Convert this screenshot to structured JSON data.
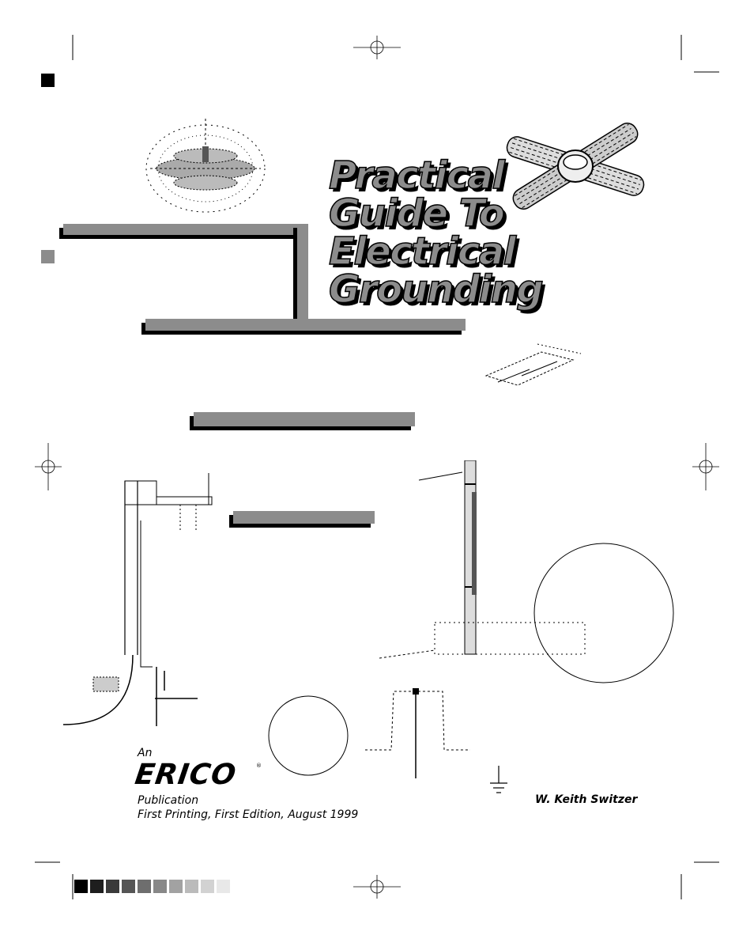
{
  "title": {
    "lines": [
      "Practical",
      "Guide To",
      "Electrical",
      "Grounding"
    ]
  },
  "publisher": {
    "prefix": "An",
    "logo_text": "ERICO",
    "logo_mark": "®",
    "label": "Publication",
    "edition": "First Printing, First Edition, August 1999"
  },
  "author": "W. Keith Switzer",
  "colors": {
    "title_fill": "#8c8c8c",
    "bar_fill": "#8c8c8c",
    "shadow": "#000000",
    "swatches": [
      "#000000",
      "#1e1e1e",
      "#3a3a3a",
      "#555555",
      "#6e6e6e",
      "#888888",
      "#a2a2a2",
      "#bbbbbb",
      "#d2d2d2",
      "#e8e8e8"
    ]
  },
  "icons": [
    "registration-mark-icon",
    "ground-symbol-icon",
    "cable-connector-icon",
    "grounding-grid-icon"
  ]
}
